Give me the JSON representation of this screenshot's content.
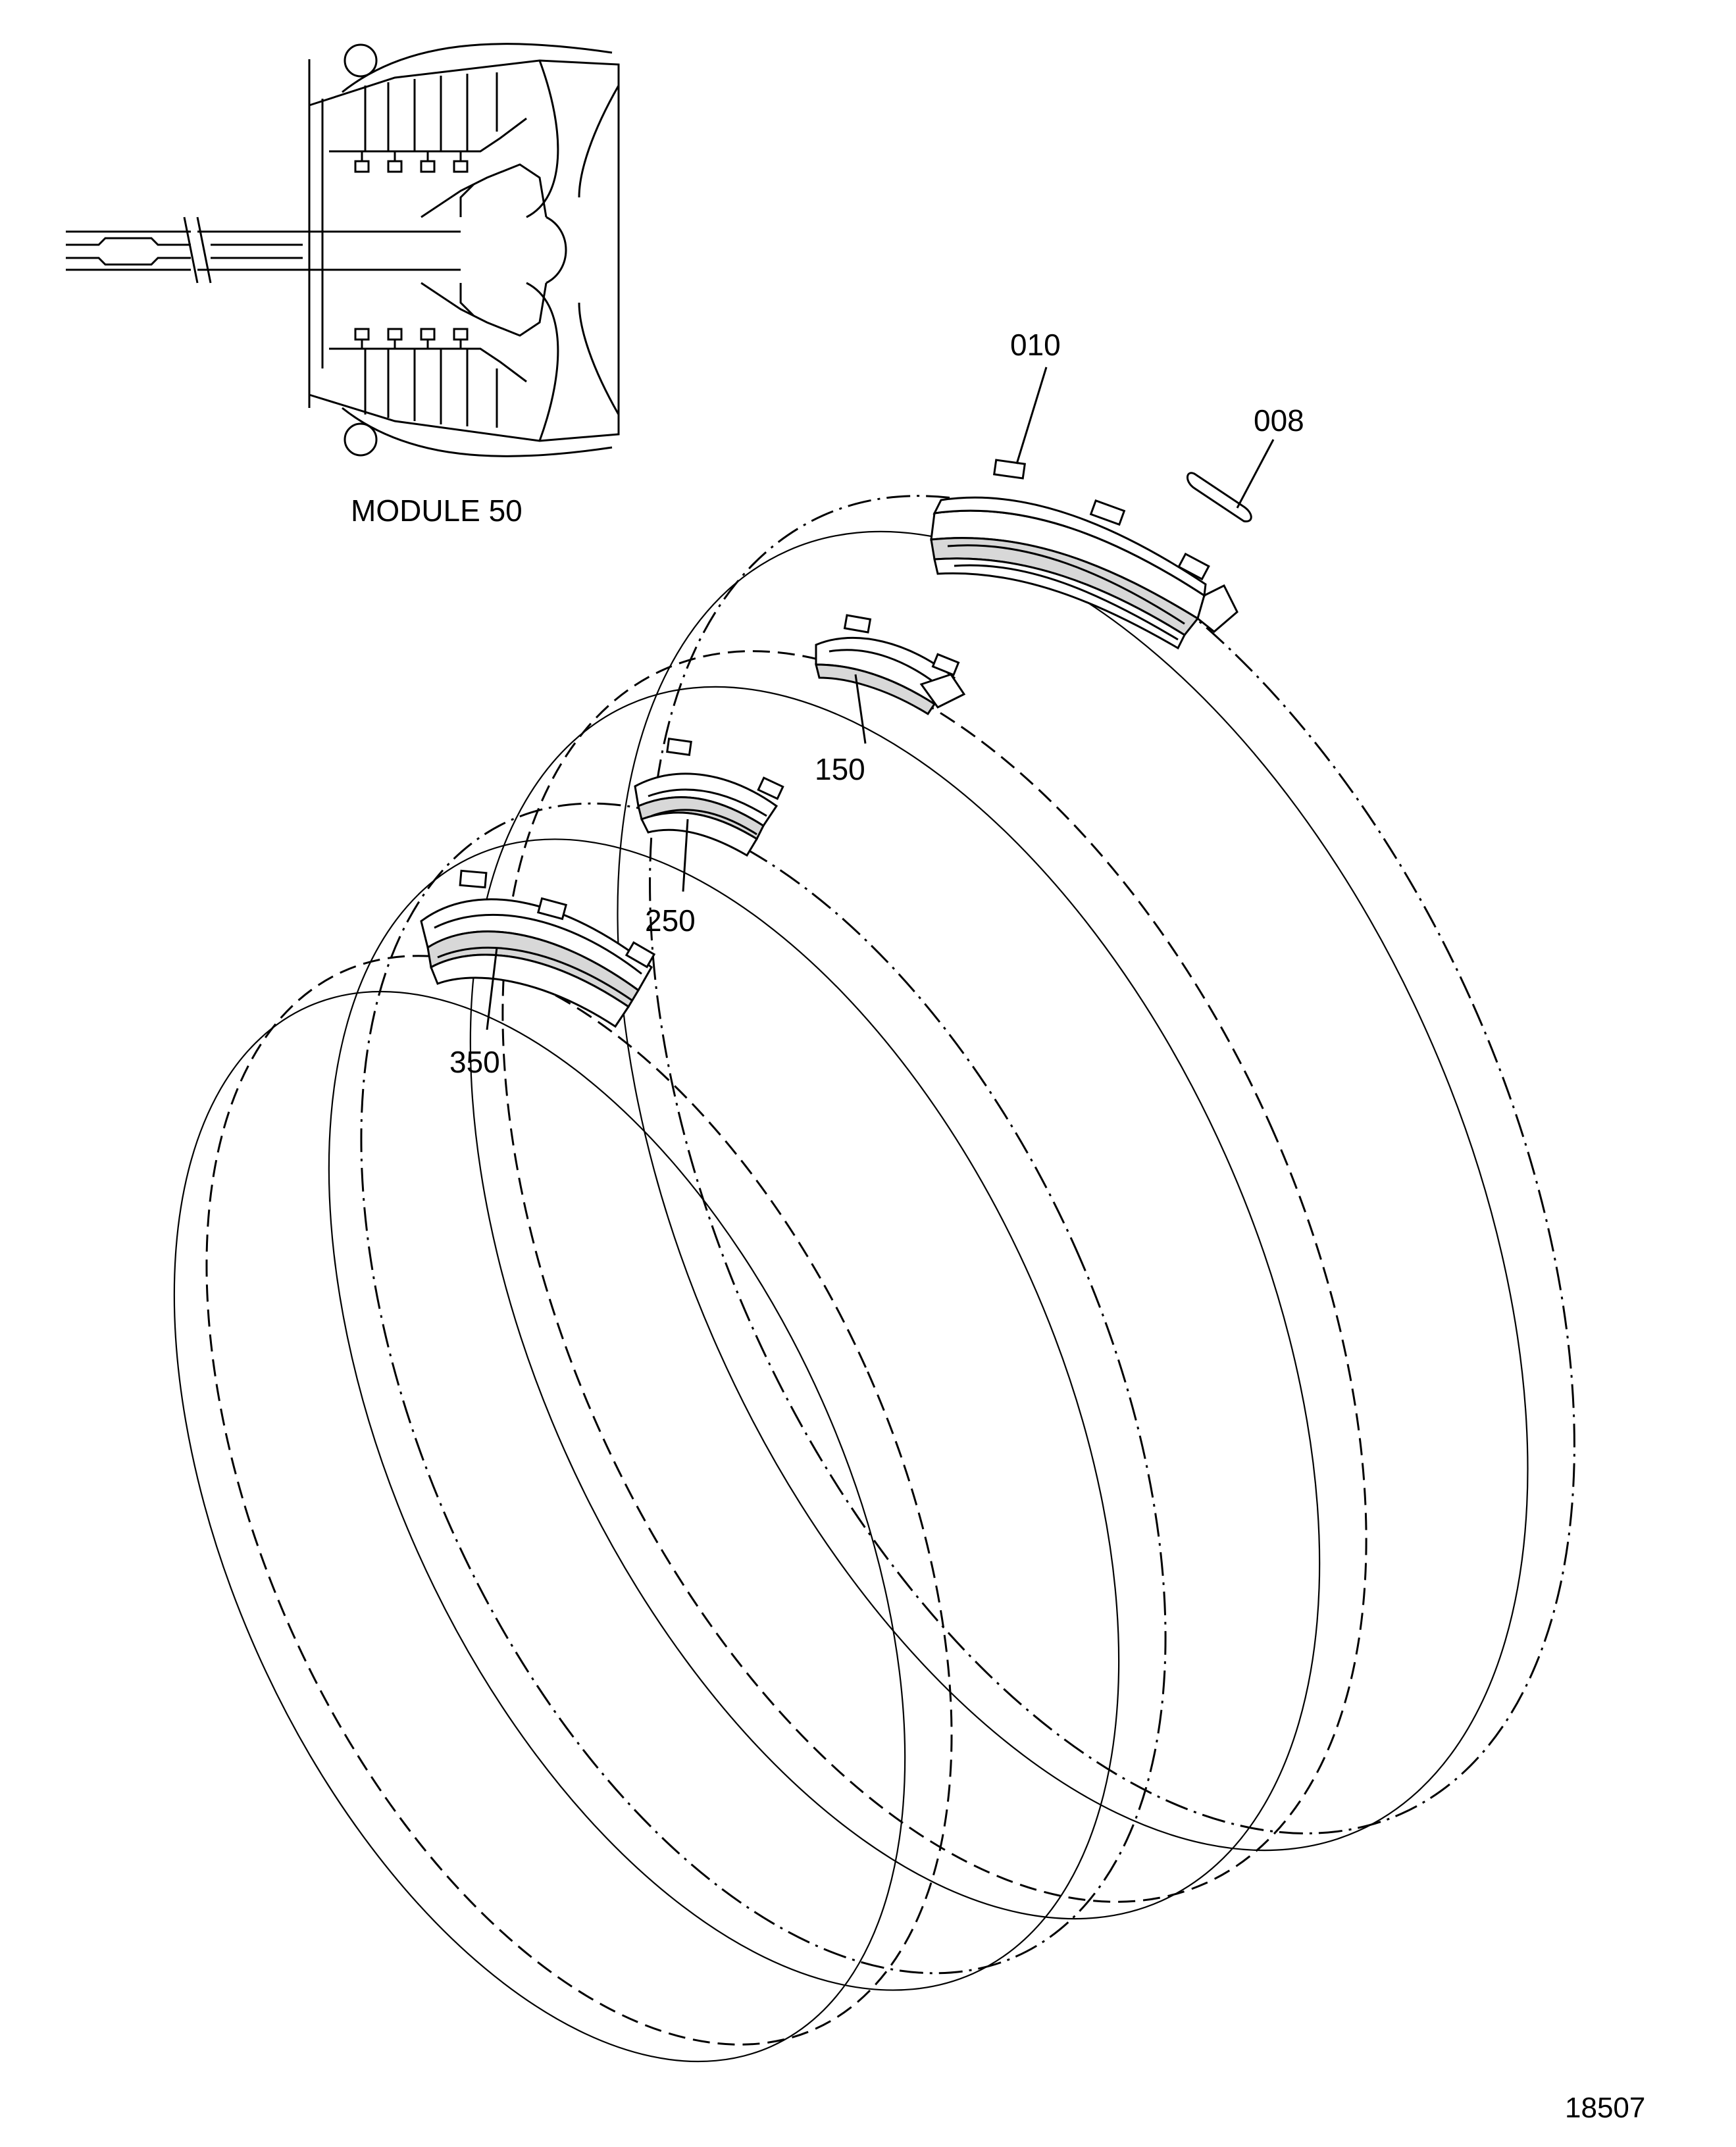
{
  "inset": {
    "caption": "MODULE 50"
  },
  "callouts": {
    "c010": "010",
    "c008": "008",
    "c150": "150",
    "c250": "250",
    "c350": "350"
  },
  "figure_number": "18507"
}
